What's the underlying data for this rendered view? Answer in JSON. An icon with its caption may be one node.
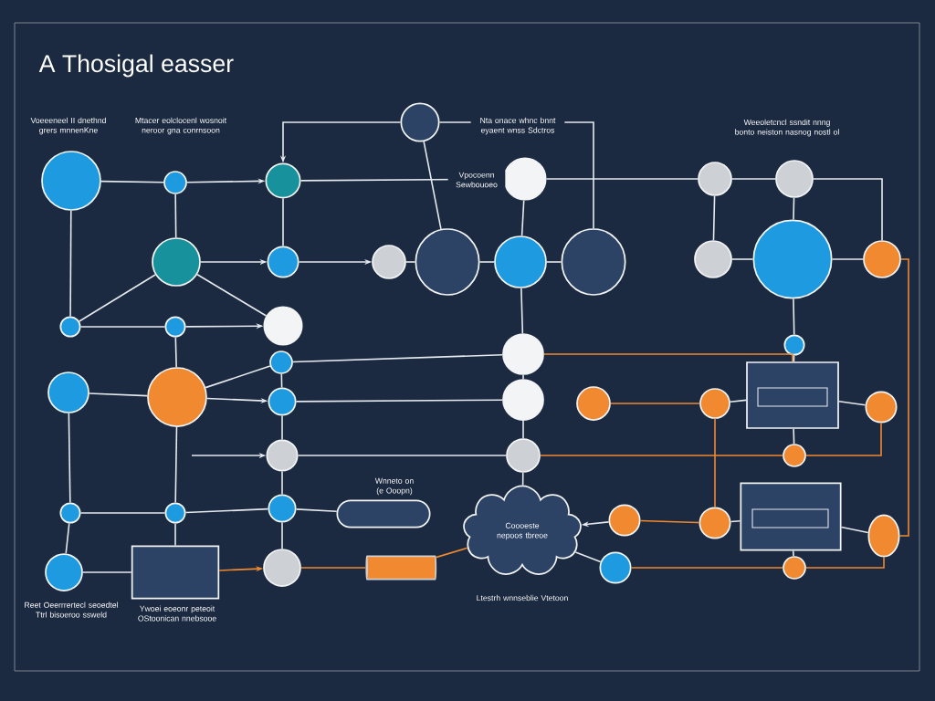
{
  "diagram": {
    "title": "A Thosigal easser",
    "nodes": [
      {
        "text": [],
        "shape": "circle"
      },
      {
        "text": [],
        "shape": "circle"
      },
      {
        "text": [],
        "shape": "circle"
      },
      {
        "text": [],
        "shape": "circle"
      },
      {
        "text": [],
        "shape": "circle"
      },
      {
        "text": [],
        "shape": "circle"
      },
      {
        "text": [],
        "shape": "circle"
      },
      {
        "text": [],
        "shape": "circle"
      },
      {
        "text": [],
        "shape": "circle"
      },
      {
        "text": [],
        "shape": "circle"
      },
      {
        "text": [],
        "shape": "ellipse"
      },
      {
        "text": [],
        "shape": "circle"
      },
      {
        "text": [],
        "shape": "ellipse"
      },
      {
        "text": [],
        "shape": "circle"
      },
      {
        "text": [],
        "shape": "circle"
      },
      {
        "text": [],
        "shape": "circle"
      },
      {
        "text": [],
        "shape": "circle"
      },
      {
        "text": [],
        "shape": "circle"
      },
      {
        "text": [],
        "shape": "circle"
      },
      {
        "text": [],
        "shape": "circle"
      },
      {
        "text": [],
        "shape": "circle"
      },
      {
        "text": [],
        "shape": "circle"
      },
      {
        "text": [],
        "shape": "circle"
      },
      {
        "text": [],
        "shape": "circle"
      },
      {
        "text": [],
        "shape": "circle"
      },
      {
        "text": [],
        "shape": "circle"
      },
      {
        "text": [],
        "shape": "circle"
      },
      {
        "text": [],
        "shape": "circle"
      },
      {
        "text": [],
        "shape": "box"
      },
      {
        "text": [],
        "shape": "circle"
      },
      {
        "text": [],
        "shape": "circle"
      },
      {
        "text": [],
        "shape": "circle"
      },
      {
        "text": [],
        "shape": "circle"
      },
      {
        "text": [],
        "shape": "circle"
      },
      {
        "text": [],
        "shape": "circle"
      },
      {
        "text": [],
        "shape": "circle"
      },
      {
        "text": [],
        "shape": "pill"
      },
      {
        "text": [
          "Coooeste nepoos tbreoe"
        ]
      },
      {
        "text": [],
        "shape": "circle"
      },
      {
        "text": [],
        "shape": "circle"
      },
      {
        "text": [],
        "shape": "box"
      },
      {
        "text": [],
        "shape": "ellipse"
      },
      {
        "text": [],
        "shape": "circle"
      },
      {
        "text": [],
        "shape": "box"
      },
      {
        "text": [],
        "shape": "circle"
      },
      {
        "text": [],
        "shape": "cylinder"
      },
      {
        "text": [],
        "shape": "circle"
      },
      {
        "text": [],
        "shape": "circle"
      }
    ],
    "edges": [
      {
        "from": 0,
        "to": 1,
        "arrow": "none"
      },
      {
        "from": 1,
        "to": 2,
        "arrow": "to"
      },
      {
        "from": 0,
        "to": 16,
        "arrow": "none"
      },
      {
        "from": 1,
        "to": 7,
        "arrow": "none"
      },
      {
        "from": 2,
        "to": 8,
        "arrow": "none"
      },
      {
        "from": 7,
        "to": 8,
        "arrow": "to"
      },
      {
        "from": 7,
        "to": 16,
        "arrow": "none"
      },
      {
        "from": 7,
        "to": 18,
        "arrow": "none"
      },
      {
        "from": 16,
        "to": 17,
        "arrow": "none"
      },
      {
        "from": 17,
        "to": 18,
        "arrow": "to"
      },
      {
        "from": 3,
        "to": 2,
        "arrow": "to"
      },
      {
        "from": 3,
        "to": 10,
        "arrow": "none"
      },
      {
        "from": 3,
        "to": 12,
        "arrow": "none"
      },
      {
        "from": 2,
        "to": 4,
        "arrow": "none"
      },
      {
        "from": 4,
        "to": 5,
        "arrow": "none"
      },
      {
        "from": 5,
        "to": 6,
        "arrow": "none"
      },
      {
        "from": 4,
        "to": 11,
        "arrow": "none"
      },
      {
        "from": 6,
        "to": 14,
        "arrow": "none"
      },
      {
        "from": 6,
        "to": 15,
        "arrow": "none"
      },
      {
        "from": 5,
        "to": 13,
        "arrow": "none"
      },
      {
        "from": 13,
        "to": 14,
        "arrow": "none"
      },
      {
        "from": 14,
        "to": 15,
        "arrow": "none"
      },
      {
        "from": 14,
        "to": 21,
        "arrow": "none"
      },
      {
        "from": 8,
        "to": 9,
        "arrow": "to"
      },
      {
        "from": 9,
        "to": 10,
        "arrow": "none"
      },
      {
        "from": 10,
        "to": 11,
        "arrow": "none"
      },
      {
        "from": 11,
        "to": 12,
        "arrow": "none"
      },
      {
        "from": 11,
        "to": 20,
        "arrow": "none"
      },
      {
        "from": 20,
        "to": 25,
        "arrow": "none"
      },
      {
        "from": 25,
        "to": 31,
        "arrow": "none"
      },
      {
        "from": 19,
        "to": 20,
        "arrow": "none"
      },
      {
        "from": 22,
        "to": 23,
        "arrow": "none"
      },
      {
        "from": 23,
        "to": 24,
        "arrow": "to"
      },
      {
        "from": 23,
        "to": 19,
        "arrow": "none"
      },
      {
        "from": 23,
        "to": 34,
        "arrow": "none"
      },
      {
        "from": 17,
        "to": 23,
        "arrow": "none"
      },
      {
        "from": 24,
        "to": 25,
        "arrow": "none"
      },
      {
        "from": 24,
        "to": 19,
        "arrow": "none"
      },
      {
        "from": 24,
        "to": 30,
        "arrow": "none"
      },
      {
        "from": 30,
        "to": 35,
        "arrow": "none"
      },
      {
        "from": 35,
        "to": 44,
        "arrow": "none"
      },
      {
        "from": null,
        "to": 30,
        "arrow": "to"
      },
      {
        "from": 30,
        "to": 31,
        "arrow": "none"
      },
      {
        "from": 33,
        "to": 34,
        "arrow": "none"
      },
      {
        "from": 34,
        "to": 35,
        "arrow": "none"
      },
      {
        "from": 35,
        "to": 36,
        "arrow": "none"
      },
      {
        "from": 33,
        "to": 22,
        "arrow": "none"
      },
      {
        "from": 33,
        "to": 42,
        "arrow": "none"
      },
      {
        "from": 42,
        "to": 43,
        "arrow": "none"
      },
      {
        "from": 43,
        "to": 34,
        "arrow": "none"
      },
      {
        "from": 43,
        "to": 44,
        "arrow": "to",
        "color": "#f0892f"
      },
      {
        "from": 44,
        "to": 45,
        "arrow": "none",
        "color": "#f0892f"
      },
      {
        "from": 45,
        "to": 37,
        "arrow": "none",
        "color": "#f0892f"
      },
      {
        "from": 20,
        "to": 28,
        "arrow": "none",
        "color": "#f0892f"
      },
      {
        "from": 26,
        "to": 27,
        "arrow": "none",
        "color": "#f0892f"
      },
      {
        "from": 27,
        "to": 28,
        "arrow": "none"
      },
      {
        "from": 28,
        "to": 29,
        "arrow": "none"
      },
      {
        "from": 28,
        "to": 32,
        "arrow": "none"
      },
      {
        "from": 31,
        "to": 32,
        "arrow": "none",
        "color": "#f0892f"
      },
      {
        "from": 32,
        "to": 29,
        "arrow": "none",
        "color": "#f0892f"
      },
      {
        "from": 38,
        "to": 37,
        "arrow": "to"
      },
      {
        "from": 38,
        "to": 39,
        "arrow": "none",
        "color": "#f0892f"
      },
      {
        "from": 39,
        "to": 40,
        "arrow": "none"
      },
      {
        "from": 40,
        "to": 41,
        "arrow": "none"
      },
      {
        "from": 40,
        "to": 47,
        "arrow": "none"
      },
      {
        "from": 46,
        "to": 47,
        "arrow": "none",
        "color": "#f0892f"
      },
      {
        "from": 47,
        "to": 41,
        "arrow": "none",
        "color": "#f0892f"
      },
      {
        "from": 15,
        "to": 41,
        "arrow": "none",
        "color": "#f0892f"
      },
      {
        "from": 27,
        "to": 39,
        "arrow": "none",
        "color": "#f0892f"
      },
      {
        "from": 31,
        "to": 37,
        "arrow": "none"
      },
      {
        "from": 21,
        "to": 28,
        "arrow": "none"
      },
      {
        "from": 37,
        "to": 46,
        "arrow": "none"
      }
    ],
    "labels": [
      "Voeeeneel II dnethnd grers mnnenKne",
      "Mtacer eolclocenl wosnoit neroor gna conrnsoon",
      "Nta onace whnc bnnt eyaent wnss Sdctros",
      "Weeoletcncl ssndit nnng bonto neiston nasnog nostl ol",
      "Vpocoenn Sewbouoeo",
      "Reet Oeerrrertecl seoedtel Ttrl bisoeroo ssweld",
      "Ywoei eoeonr peteoit OStoonican nnebsooe",
      "Wnneto on (e Ooopn)",
      "Ltestrh wnnseblie Vtetoon"
    ]
  }
}
